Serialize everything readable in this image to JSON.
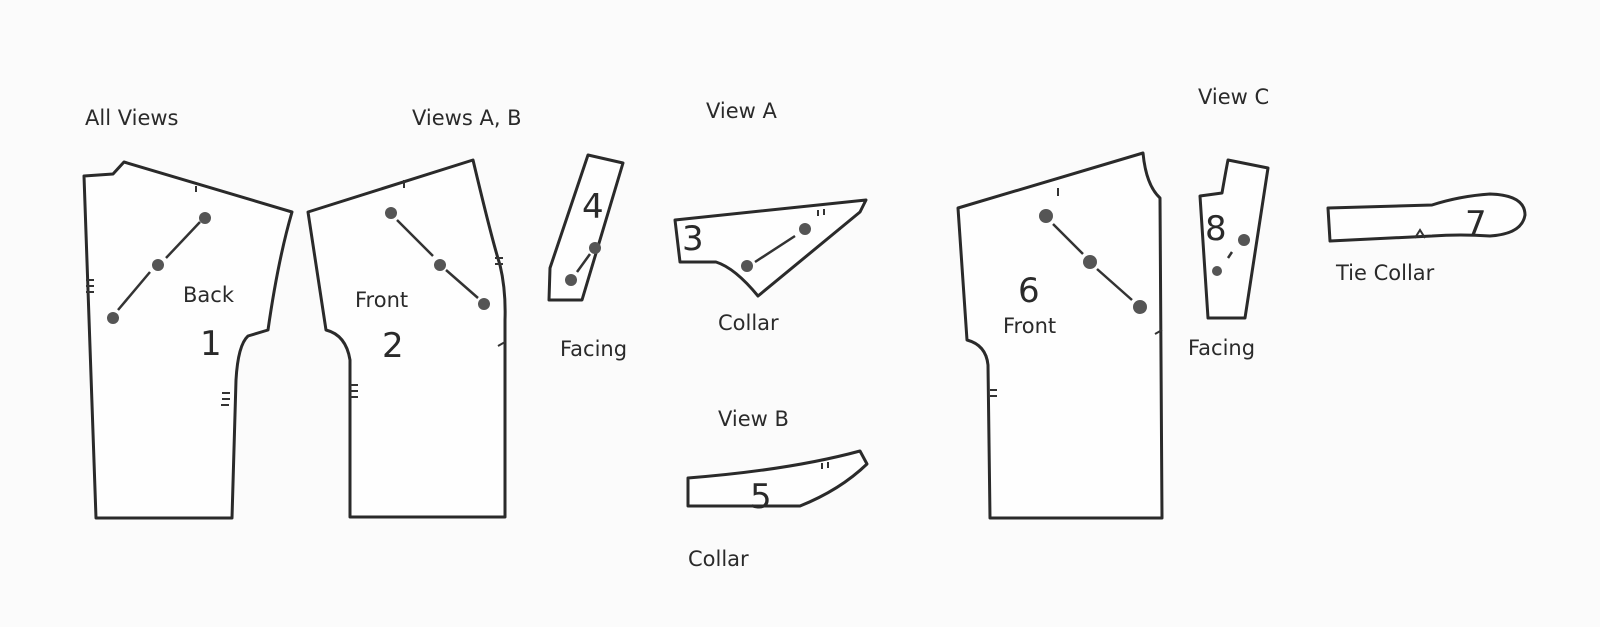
{
  "headings": {
    "all_views": "All Views",
    "views_ab": "Views A, B",
    "view_a": "View A",
    "view_b": "View B",
    "view_c": "View C"
  },
  "pieces": {
    "back": {
      "name": "Back",
      "number": "1"
    },
    "front_ab": {
      "name": "Front",
      "number": "2"
    },
    "collar_a": {
      "name": "Collar",
      "number": "3"
    },
    "facing_ab": {
      "name": "Facing",
      "number": "4"
    },
    "collar_b": {
      "name": "Collar",
      "number": "5"
    },
    "front_c": {
      "name": "Front",
      "number": "6"
    },
    "tie_collar": {
      "name": "Tie Collar",
      "number": "7"
    },
    "facing_c": {
      "name": "Facing",
      "number": "8"
    }
  }
}
